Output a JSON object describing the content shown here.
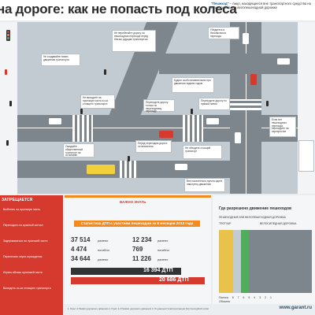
{
  "header": {
    "title": "на дороге: как не попасть под колеса",
    "definition_term": "\"Пешеход\"",
    "definition_text": " – лицо, находящееся вне транспортного средства на пешеходной или велопешеходной дорожке"
  },
  "bubbles": [
    "Не перебегайте дорогу на пешеходном переходе перед близко идущим транспортом",
    "Не создавайте помех движению транспорта",
    "Будьте особо внимательны при движении задним ходом",
    "Убедитесь в безопасности перехода",
    "Не выходите на проезжую часть из-за стоящего транспорта",
    "Переходите дорогу только по пешеходному переходу",
    "Переходите дорогу по прямой линии",
    "Если нет пешеходного перехода, переходите на перекрестке",
    "Ожидайте общественный транспорт на остановке",
    "Не обходите стоящий транспорт",
    "Вне населенного пункта идите навстречу движению",
    "Перед переходом дороги остановитесь"
  ],
  "red_panel": {
    "heading": "ЗАПРЕЩАЕТСЯ",
    "items": [
      "Выбегать на проезжую часть",
      "Переходить на красный сигнал",
      "Задерживаться на проезжей части",
      "Перелезать через ограждения",
      "Играть вблизи проезжей части",
      "Выходить из-за стоящего транспорта"
    ]
  },
  "stats": {
    "heading": "ВАЖНО ЗНАТЬ",
    "title": "Статистика ДТП с участием пешеходов за 9 месяцев 2013 года",
    "rows": [
      {
        "a": "37 514",
        "a_label": "ранено",
        "b": "12 234",
        "b_label": "ранено"
      },
      {
        "a": "4 474",
        "a_label": "погибло",
        "b": "769",
        "b_label": "погибло"
      },
      {
        "a": "34 644",
        "a_label": "ранено",
        "b": "11 226",
        "b_label": "ранено"
      }
    ],
    "total_1": "16 394 ДТП",
    "total_2": "20 686 ДТП"
  },
  "chart": {
    "heading": "Где разрешено движение пешеходов",
    "legend": [
      "ПЕШЕХОДНАЯ ИЛИ ВЕЛОПЕШЕХОДНАЯ ДОРОЖКА",
      "ТРОТУАР",
      "ВЕЛОСИПЕДНАЯ ДОРОЖКА"
    ],
    "row_label_1": "Полоса",
    "row_label_2": "Обочина",
    "lanes": [
      "8",
      "7",
      "6",
      "5",
      "4",
      "3",
      "2",
      "1"
    ]
  },
  "footer": {
    "note": "1. Пункт 4 Правил дорожного движения   2. Пункт 1.2 Правил дорожного движения   3. По данным Госавтоинспекции http://www.gibdd.ru/stat",
    "logo": "www.garant.ru"
  },
  "colors": {
    "accent_red": "#d63a2f",
    "accent_orange": "#f28a1e",
    "road": "#7d868c",
    "pedestrian_path": "#e8c24a",
    "sidewalk": "#c2cbd1",
    "bike_lane": "#4fae5a"
  }
}
